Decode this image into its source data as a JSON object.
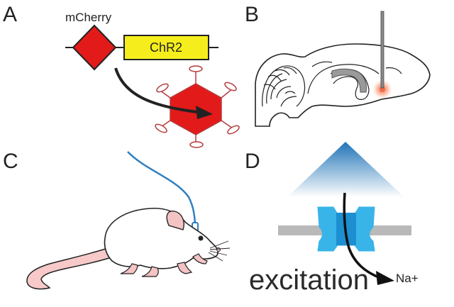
{
  "panels": {
    "a": {
      "letter": "A",
      "gene_label": "mCherry",
      "box_label": "ChR2"
    },
    "b": {
      "letter": "B"
    },
    "c": {
      "letter": "C"
    },
    "d": {
      "letter": "D",
      "caption": "excitation",
      "ion": "Na+"
    }
  },
  "colors": {
    "mcherry_red": "#e21a1a",
    "chr2_yellow": "#f5ee1c",
    "fiber_blue": "#2f7fc0",
    "channel_blue": "#39b4e8",
    "light_blue": "#1f73b7",
    "membrane_gray": "#b9b9b9",
    "ink": "#222222"
  }
}
